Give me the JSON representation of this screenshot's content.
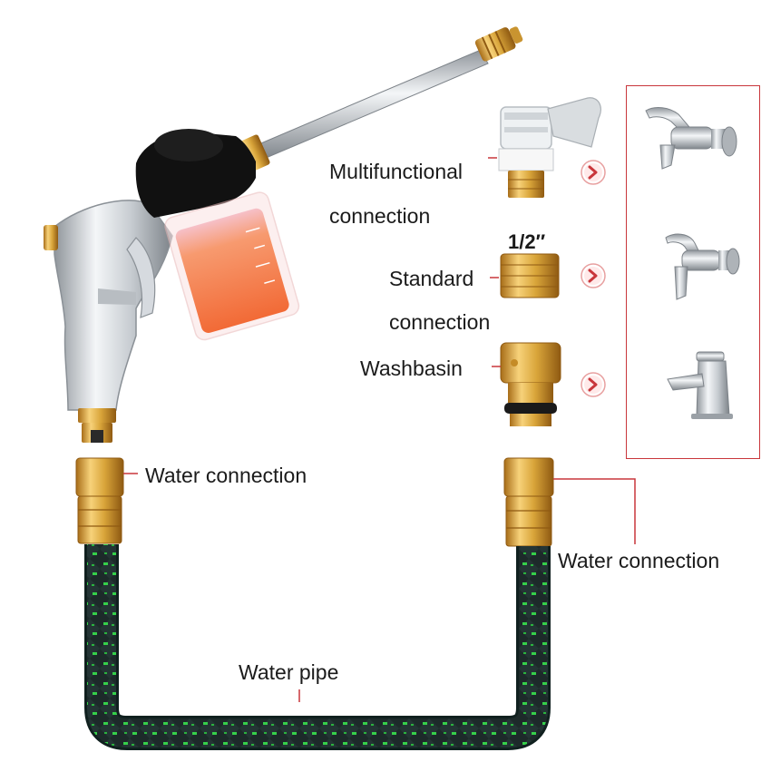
{
  "labels": {
    "multifunctional_line1": "Multifunctional",
    "multifunctional_line2": "connection",
    "half_inch": "1/2″",
    "standard_line1": "Standard",
    "standard_line2": "connection",
    "washbasin": "Washbasin",
    "water_connection_left": "Water connection",
    "water_connection_right": "Water connection",
    "water_pipe": "Water pipe"
  },
  "icons": {
    "spray_gun": "spray-gun-icon",
    "quick_connector": "quick-connector-icon",
    "hose": "braided-hose-icon",
    "brass_fitting": "brass-fitting-icon",
    "adapter_multifunctional": "multifunctional-adapter-icon",
    "adapter_standard": "standard-adapter-icon",
    "adapter_washbasin": "washbasin-adapter-icon",
    "arrow": "chevron-right-circle-icon",
    "faucet_wall": "wall-faucet-icon",
    "faucet_tap": "tap-faucet-icon",
    "faucet_basin": "basin-faucet-icon"
  },
  "colors": {
    "accent_red": "#c9363b",
    "brass": "#d9a53a",
    "hose_dark": "#1d2a2a",
    "hose_green": "#36d04a",
    "chrome": "#c8ccd0",
    "foam_orange": "#f47a4a"
  }
}
